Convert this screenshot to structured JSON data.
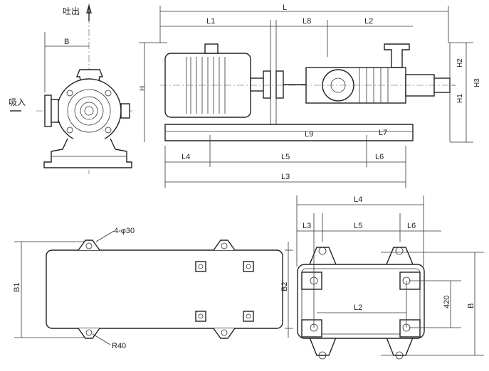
{
  "front_view": {
    "outlet": "吐出",
    "inlet": "吸入",
    "dim_b": "B"
  },
  "side_view": {
    "dims": {
      "L": "L",
      "L1": "L1",
      "L8": "L8",
      "L2": "L2",
      "H": "H",
      "H1": "H1",
      "H2": "H2",
      "H3": "H3",
      "L9": "L9",
      "L7": "L7",
      "L4": "L4",
      "L5": "L5",
      "L6": "L6",
      "L3": "L3"
    }
  },
  "base_plan": {
    "holes": "4-φ30",
    "radius": "R40",
    "B1": "B1",
    "B2": "B2"
  },
  "foundation_plan": {
    "L4": "L4",
    "L3": "L3",
    "L5": "L5",
    "L6": "L6",
    "L2": "L2",
    "spacing": "420",
    "B": "B"
  }
}
